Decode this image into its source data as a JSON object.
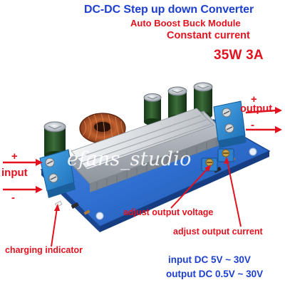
{
  "title": "DC-DC Step up down Converter",
  "subtitle": "Auto Boost Buck Module",
  "mode": "Constant current",
  "rating": "35W  3A",
  "labels": {
    "output": "output",
    "input": "input",
    "adjust_voltage": "adjust output voltage",
    "adjust_current": "adjust output current",
    "charging_indicator": "charging indicator",
    "plus": "+",
    "minus": "-"
  },
  "specs": {
    "input_range": "input DC 5V ~ 30V",
    "output_range": "output DC 0.5V ~ 30V"
  },
  "watermark": "efans_studio",
  "colors": {
    "title_blue": "#1c3fcf",
    "label_red": "#e2131f",
    "pcb_blue": "#2f6fd0",
    "terminal_blue": "#2c8fd8",
    "heatsink": "#cfd3d8",
    "capacitor": "#2e5d2e",
    "inductor_copper": "#b8552b"
  }
}
